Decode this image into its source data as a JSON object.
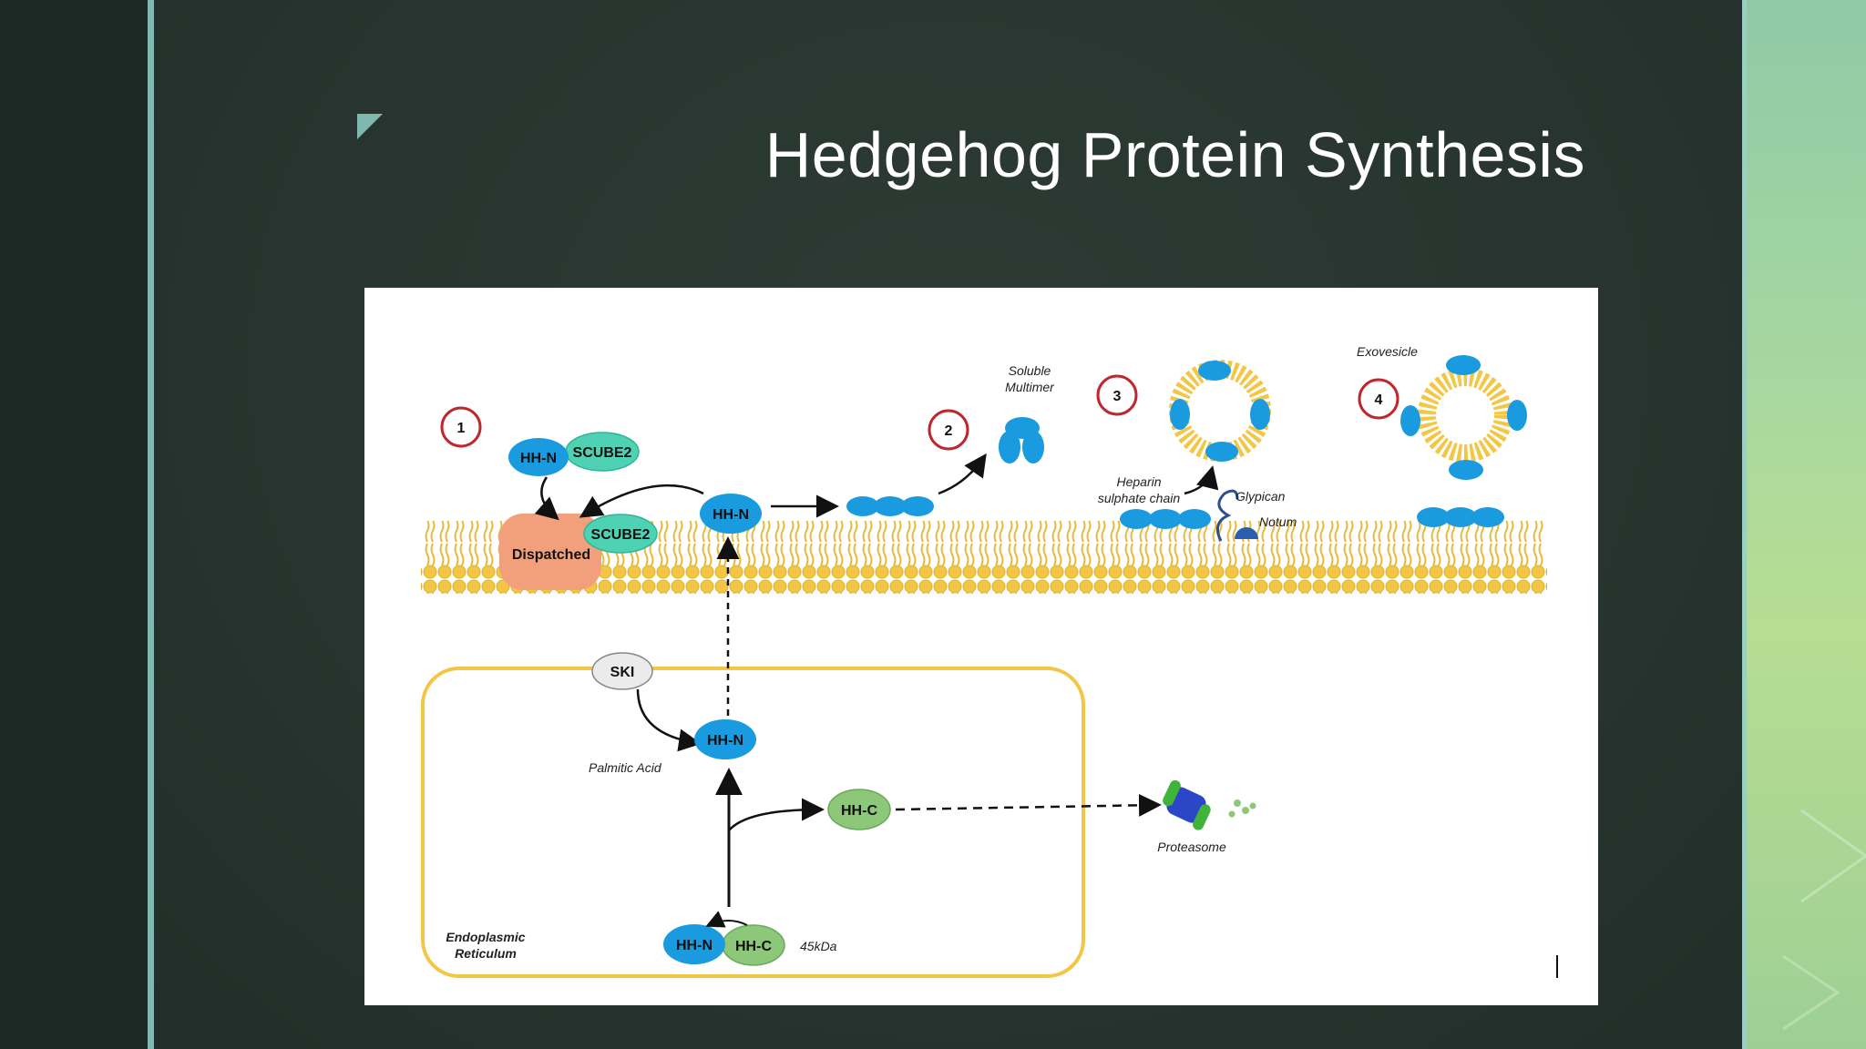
{
  "slide": {
    "title": "Hedgehog Protein Synthesis"
  },
  "diagram": {
    "steps": [
      "1",
      "2",
      "3",
      "4"
    ],
    "proteins": {
      "hhn": "HH-N",
      "hhc": "HH-C",
      "scube2": "SCUBE2",
      "dispatched": "Dispatched",
      "ski": "SKI"
    },
    "labels": {
      "soluble_multimer_1": "Soluble",
      "soluble_multimer_2": "Multimer",
      "exovesicle": "Exovesicle",
      "heparin_1": "Heparin",
      "heparin_2": "sulphate chain",
      "glypican": "Glypican",
      "notum": "Notum",
      "palmitic_acid": "Palmitic Acid",
      "proteasome": "Proteasome",
      "er_1": "Endoplasmic",
      "er_2": "Reticulum",
      "mass": "45kDa"
    }
  },
  "colors": {
    "background": "#27342f",
    "hhn_blue": "#1a9be0",
    "hhc_green": "#8cc77a",
    "scube_teal": "#4fd1b4",
    "dispatched_salmon": "#f2a07c",
    "membrane_yellow": "#f3c646",
    "step_circle_red": "#c0262d"
  }
}
